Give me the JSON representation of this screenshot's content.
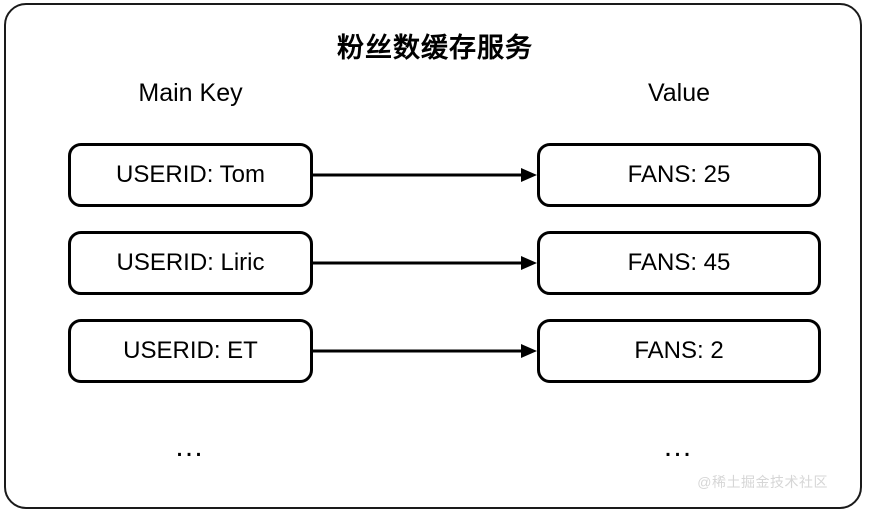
{
  "diagram": {
    "title": "粉丝数缓存服务",
    "columns": {
      "key_header": "Main Key",
      "value_header": "Value"
    },
    "rows": [
      {
        "key": "USERID: Tom",
        "value": "FANS: 25",
        "connector": "arrow-right"
      },
      {
        "key": "USERID: Liric",
        "value": "FANS: 45",
        "connector": "arrow-right"
      },
      {
        "key": "USERID: ET",
        "value": "FANS: 2",
        "connector": "arrow-right"
      }
    ],
    "continuation": {
      "key": "…",
      "value": "…"
    },
    "watermark": "@稀土掘金技术社区",
    "colors": {
      "background": "#ffffff",
      "stroke": "#000000",
      "card_border": "#1a1a1a",
      "text": "#000000",
      "watermark": "#d6d6d6"
    }
  }
}
